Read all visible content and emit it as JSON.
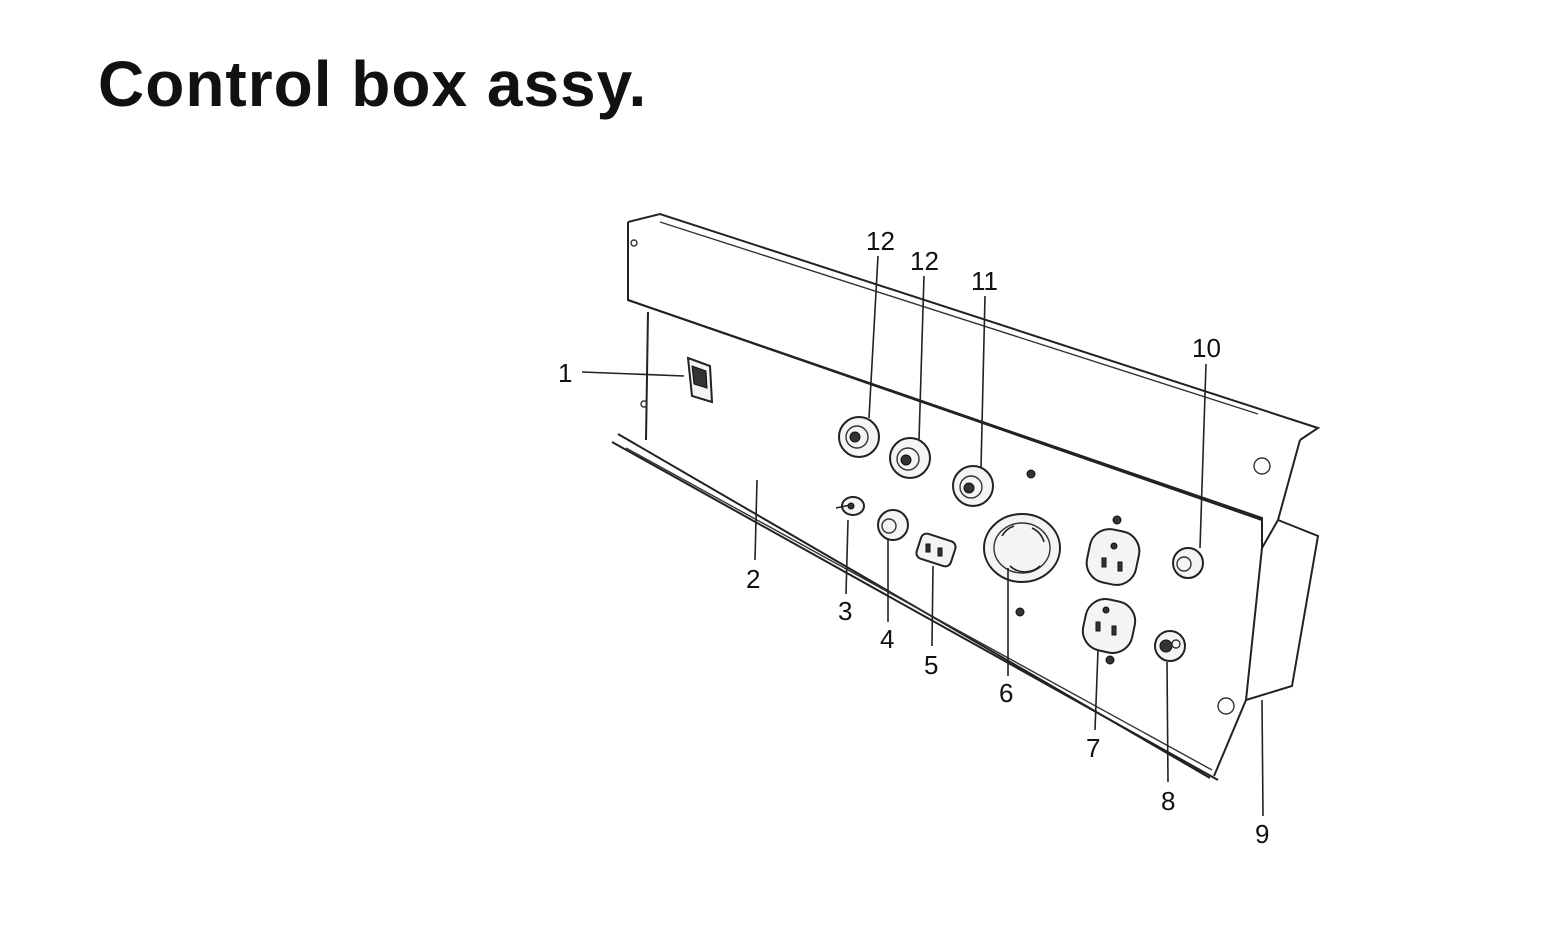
{
  "title": "Control box assy.",
  "callouts": [
    {
      "id": "1",
      "label": "1"
    },
    {
      "id": "2",
      "label": "2"
    },
    {
      "id": "3",
      "label": "3"
    },
    {
      "id": "4",
      "label": "4"
    },
    {
      "id": "5",
      "label": "5"
    },
    {
      "id": "6",
      "label": "6"
    },
    {
      "id": "7",
      "label": "7"
    },
    {
      "id": "8",
      "label": "8"
    },
    {
      "id": "9",
      "label": "9"
    },
    {
      "id": "10",
      "label": "10"
    },
    {
      "id": "11",
      "label": "11"
    },
    {
      "id": "12a",
      "label": "12"
    },
    {
      "id": "12b",
      "label": "12"
    }
  ]
}
